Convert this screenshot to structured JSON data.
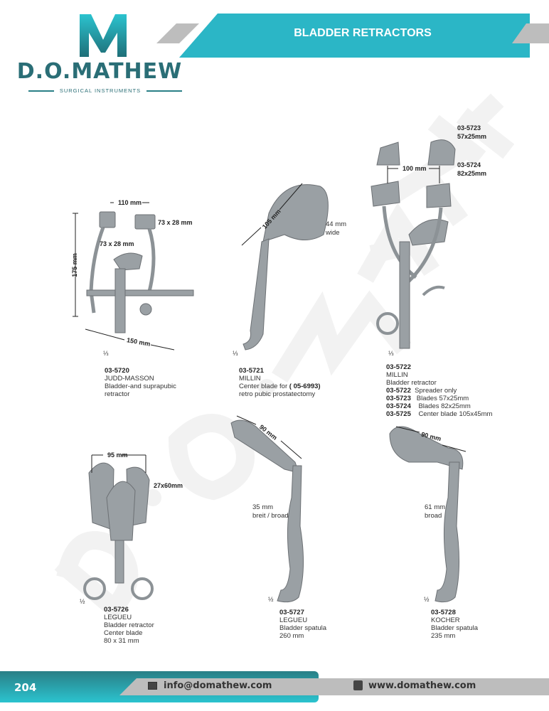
{
  "brand": {
    "logo_letter": "M",
    "name": "D.O.MATHEW",
    "tagline": "SURGICAL INSTRUMENTS",
    "watermark": "D.O.MATHEW"
  },
  "header": {
    "title": "BLADDER RETRACTORS"
  },
  "products": [
    {
      "code": "03-5720",
      "name": "JUDD-MASSON",
      "lines": [
        "Bladder-and suprapubic",
        "retractor"
      ],
      "scale": "⅓",
      "dims": [
        "110 mm",
        "73 x 28 mm",
        "73 x 28 mm",
        "175 mm",
        "150 mm"
      ]
    },
    {
      "code": "03-5721",
      "name": "MILLIN",
      "line1_pre": "Center blade for ",
      "line1_bold": "( 05-6993)",
      "line2": "retro pubic prostatectomy",
      "scale": "⅓",
      "dims": [
        "105 mm",
        "44 mm",
        "wide"
      ]
    },
    {
      "code": "03-5722",
      "name": "MILLIN",
      "desc": "Bladder retractor",
      "variants": [
        {
          "code": "03-5722",
          "text": "Spreader only"
        },
        {
          "code": "03-5723",
          "text": "Blades 57x25mm"
        },
        {
          "code": "03-5724",
          "text": "Blades 82x25mm"
        },
        {
          "code": "03-5725",
          "text": "Center blade 105x45mm"
        }
      ],
      "scale": "⅓",
      "dims": [
        "100 mm"
      ],
      "blade_labels": [
        {
          "code": "03-5723",
          "size": "57x25mm"
        },
        {
          "code": "03-5724",
          "size": "82x25mm"
        }
      ]
    },
    {
      "code": "03-5726",
      "name": "LEGUEU",
      "lines": [
        "Bladder retractor",
        "Center blade",
        "80 x 31 mm"
      ],
      "scale": "½",
      "dims": [
        "95 mm",
        "27x60mm"
      ]
    },
    {
      "code": "03-5727",
      "name": "LEGUEU",
      "lines": [
        "Bladder spatula",
        "260 mm"
      ],
      "scale": "½",
      "dims": [
        "90 mm",
        "35 mm",
        "breit / broad"
      ]
    },
    {
      "code": "03-5728",
      "name": "KOCHER",
      "lines": [
        "Bladder spatula",
        "235 mm"
      ],
      "scale": "½",
      "dims": [
        "90 mm",
        "61 mm",
        "broad"
      ]
    }
  ],
  "footer": {
    "page": "204",
    "email": "info@domathew.com",
    "website": "www.domathew.com"
  },
  "colors": {
    "teal": "#2bb6c6",
    "teal_dark": "#2a7f86",
    "gray": "#bdbdbd"
  }
}
